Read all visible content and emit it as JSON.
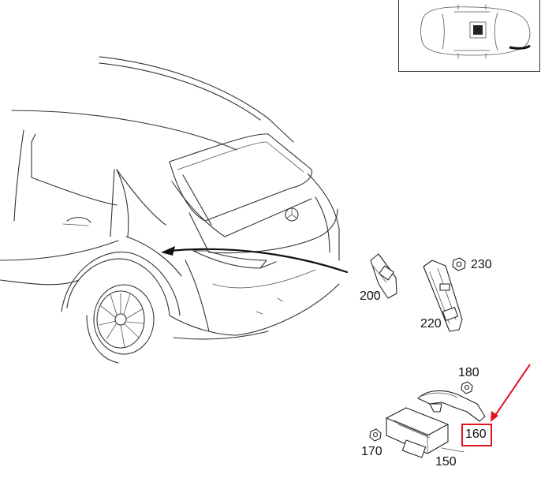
{
  "labels": {
    "p200": "200",
    "p220": "220",
    "p230": "230",
    "p180": "180",
    "p160": "160",
    "p170": "170",
    "p150": "150"
  },
  "colors": {
    "highlight": "#e0141e",
    "line": "#333333"
  },
  "icons": {
    "brand": "three-pointed-star-icon"
  }
}
